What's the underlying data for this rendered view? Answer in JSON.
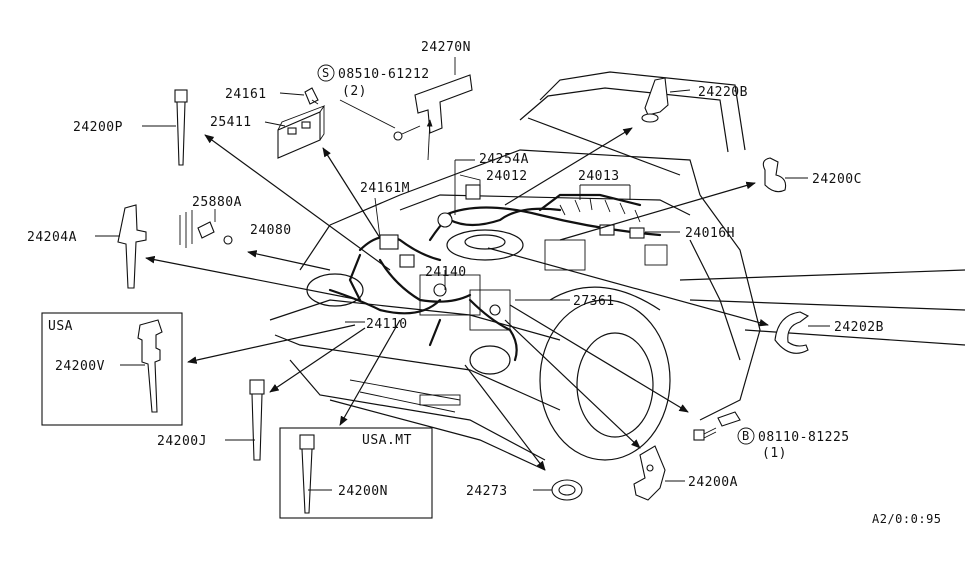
{
  "labels": {
    "p24270N": "24270N",
    "p08510": "08510-61212",
    "p08510_qty": "(2)",
    "s_symbol": "S",
    "p24161": "24161",
    "p25411": "25411",
    "p24200P": "24200P",
    "p24220B": "24220B",
    "p24254A": "24254A",
    "p24012": "24012",
    "p24013": "24013",
    "p24161M": "24161M",
    "p24200C": "24200C",
    "p25880A": "25880A",
    "p24204A": "24204A",
    "p24080": "24080",
    "p24016H": "24016H",
    "p24140": "24140",
    "p27361": "27361",
    "p24202B": "24202B",
    "p24110": "24110",
    "usa_box_title": "USA",
    "p24200V": "24200V",
    "p24200J": "24200J",
    "usamt_box_title": "USA.MT",
    "p24200N": "24200N",
    "p08110": "08110-81225",
    "p08110_qty": "(1)",
    "b_symbol": "B",
    "p24273": "24273",
    "p24200A": "24200A",
    "footer_code": "A2/0:0:95"
  }
}
